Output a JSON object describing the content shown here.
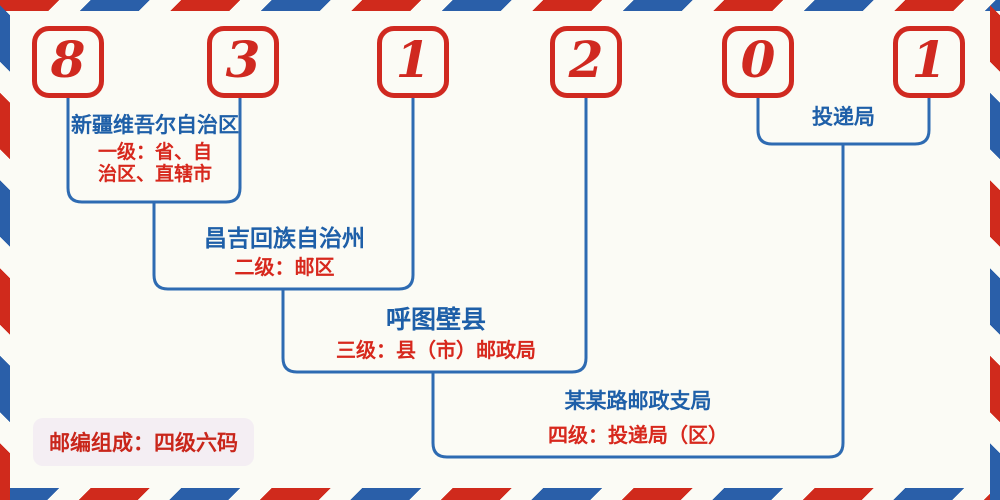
{
  "postal": {
    "digits": [
      "8",
      "3",
      "1",
      "2",
      "0",
      "1"
    ],
    "full_code": "831201"
  },
  "levels": [
    {
      "name": "新疆维吾尔自治区",
      "desc": "一级：省、自治区、直辖市"
    },
    {
      "name": "昌吉回族自治州",
      "desc": "二级：邮区"
    },
    {
      "name": "呼图壁县",
      "desc": "三级：县（市）邮政局"
    },
    {
      "name": "某某路邮政支局",
      "desc": "四级：投递局（区）"
    }
  ],
  "delivery_bracket": {
    "label": "投递局"
  },
  "footer": {
    "badge": "邮编组成：四级六码"
  },
  "colors": {
    "background": "#fbfbf5",
    "digit_red": "#d02920",
    "stripe_red": "#d02a1c",
    "stripe_blue": "#2a5fa9",
    "line_blue": "#2e6bb2",
    "text_blue": "#1e5fa8",
    "text_red": "#d7281d",
    "badge_bg": "#f4eef3"
  }
}
